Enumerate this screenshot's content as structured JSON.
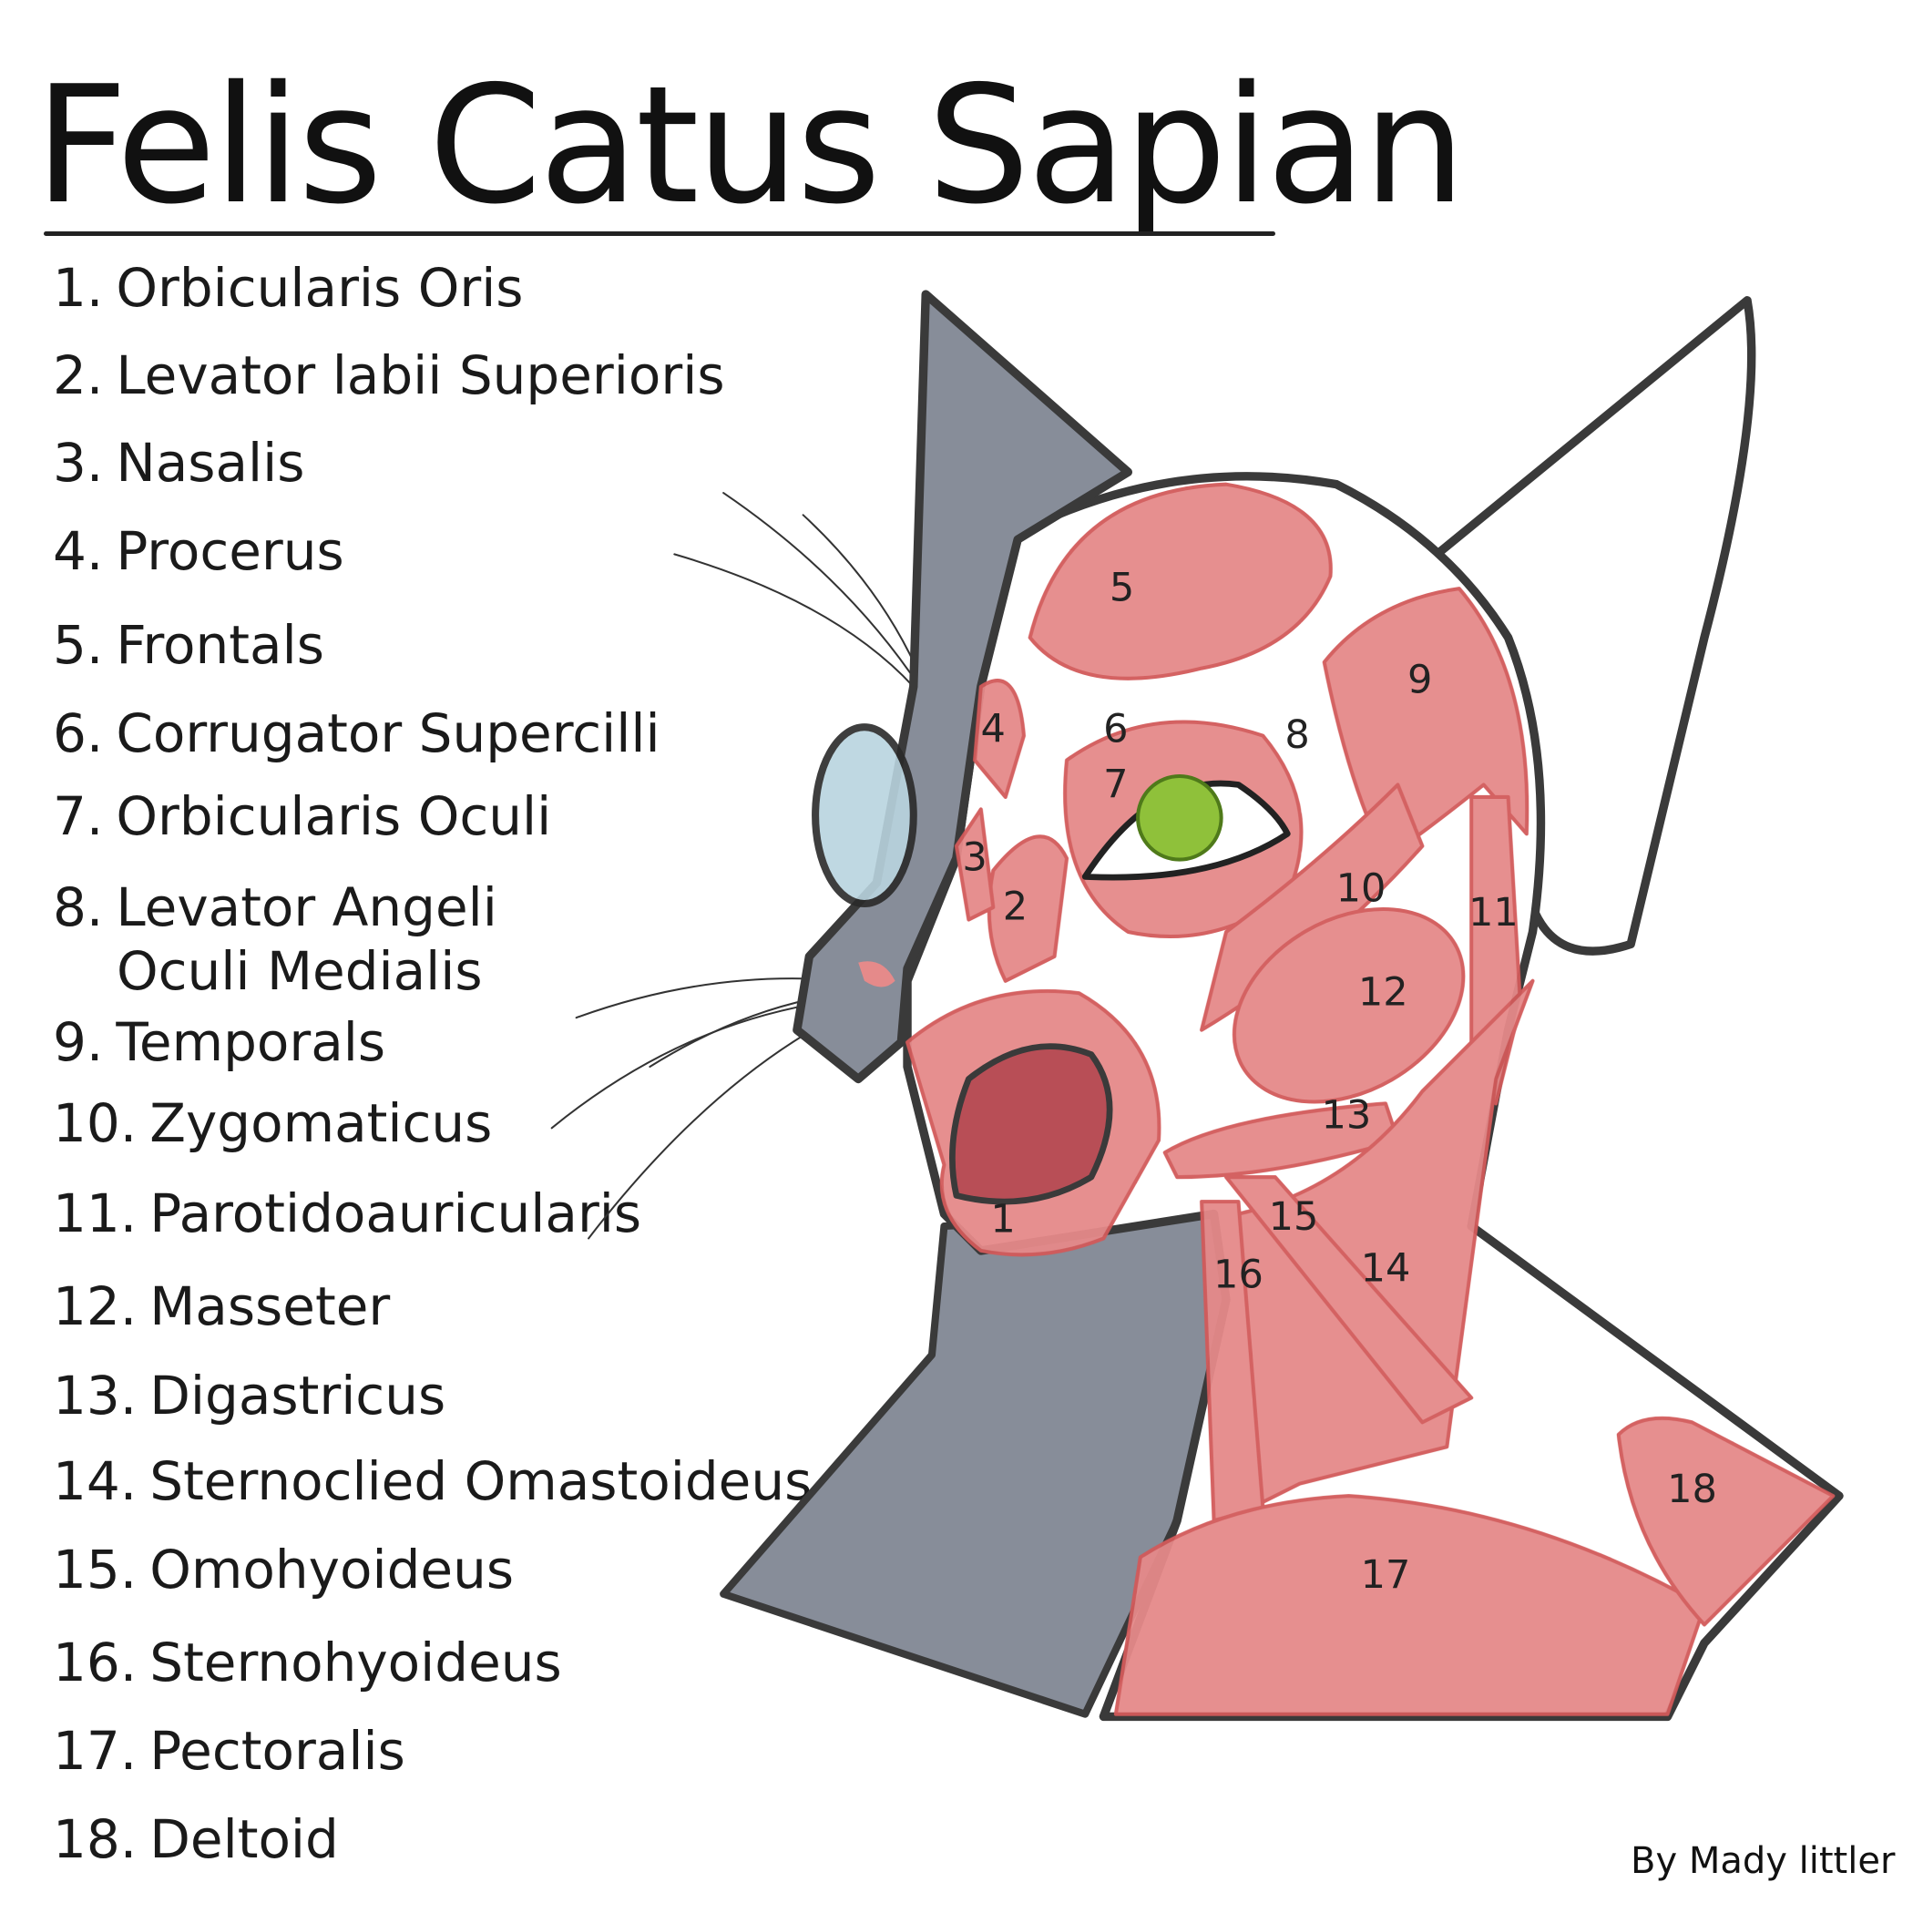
{
  "title": "Felis Catus Sapian",
  "muscles": [
    {
      "num": "1.",
      "name": "Orbicularis Oris"
    },
    {
      "num": "2.",
      "name": "Levator labii Superioris"
    },
    {
      "num": "3.",
      "name": "Nasalis"
    },
    {
      "num": "4.",
      "name": "Procerus"
    },
    {
      "num": "5.",
      "name": "Frontals"
    },
    {
      "num": "6.",
      "name": "Corrugator Supercilli"
    },
    {
      "num": "7.",
      "name": "Orbicularis Oculi"
    },
    {
      "num": "8.",
      "name": "Levator Angeli",
      "name2": "Oculi Medialis"
    },
    {
      "num": "9.",
      "name": "Temporals"
    },
    {
      "num": "10.",
      "name": "Zygomaticus"
    },
    {
      "num": "11.",
      "name": "Parotidoauricularis"
    },
    {
      "num": "12.",
      "name": "Masseter"
    },
    {
      "num": "13.",
      "name": "Digastricus"
    },
    {
      "num": "14.",
      "name": "Sternoclied Omastoideus"
    },
    {
      "num": "15.",
      "name": "Omohyoideus"
    },
    {
      "num": "16.",
      "name": "Sternohyoideus"
    },
    {
      "num": "17.",
      "name": "Pectoralis"
    },
    {
      "num": "18.",
      "name": "Deltoid"
    }
  ],
  "diagram_labels": [
    "1",
    "2",
    "3",
    "4",
    "5",
    "6",
    "7",
    "8",
    "9",
    "10",
    "11",
    "12",
    "13",
    "14",
    "15",
    "16",
    "17",
    "18"
  ],
  "credit": "By Mady littler",
  "colors": {
    "fur": "#878d99",
    "muscle": "#e58a8a",
    "muscle_stroke": "#d25a5a",
    "eye": "#8fc13a",
    "outline": "#3a3a3a"
  }
}
